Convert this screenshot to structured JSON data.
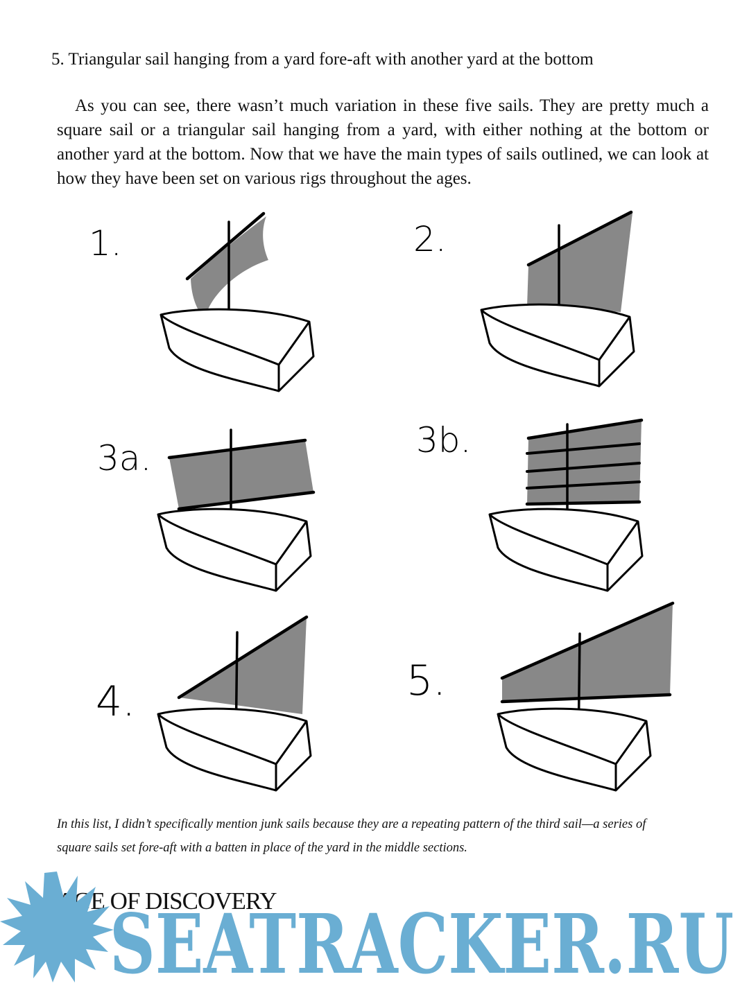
{
  "list_item": "5. Triangular sail hanging from a yard fore-aft with another yard at the bottom",
  "paragraph": "As you can see, there wasn’t much variation in these five sails. They are pretty much a square sail or a triangular sail hanging from a yard, with either nothing at the bottom or another yard at the bottom. Now that we have the main types of sails outlined, we can look at how they have been set on various rigs throughout the ages.",
  "figure": {
    "labels": {
      "sail_1": "1.",
      "sail_2": "2.",
      "sail_3a": "3a.",
      "sail_3b": "3b.",
      "sail_4": "4.",
      "sail_5": "5."
    },
    "colors": {
      "sail_fill": "#888888",
      "outline": "#000000"
    }
  },
  "caption": "In this list, I didn’t specifically mention junk sails because they are a repeating pattern of the third sail—a series of square sails set fore-aft with a batten in place of the yard in the middle sections.",
  "section_heading": "AGE OF DISCOVERY",
  "watermark": {
    "text": "SEATRACKER.RU",
    "color": "#6aaed3",
    "icon": "sun-burst-icon"
  }
}
